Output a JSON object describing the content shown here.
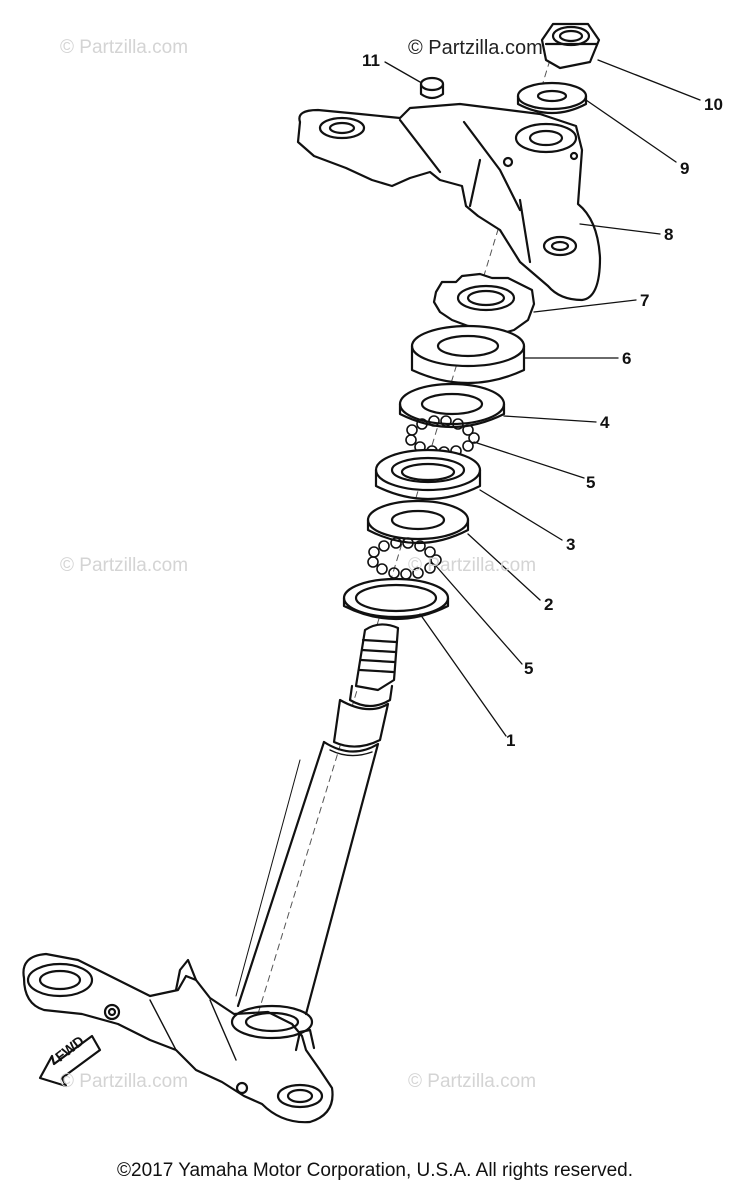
{
  "watermarks": {
    "top_left": "© Partzilla.com",
    "top_center": "© Partzilla.com",
    "mid_left": "© Partzilla.com",
    "mid_right": "© Partzilla.com",
    "bottom_left": "© Partzilla.com",
    "bottom_right": "© Partzilla.com"
  },
  "callouts": [
    "11",
    "10",
    "9",
    "8",
    "7",
    "6",
    "4",
    "5",
    "3",
    "2",
    "5",
    "1"
  ],
  "fwd_label": "FWD",
  "copyright": "©2017  Yamaha Motor Corporation, U.S.A. All rights reserved."
}
